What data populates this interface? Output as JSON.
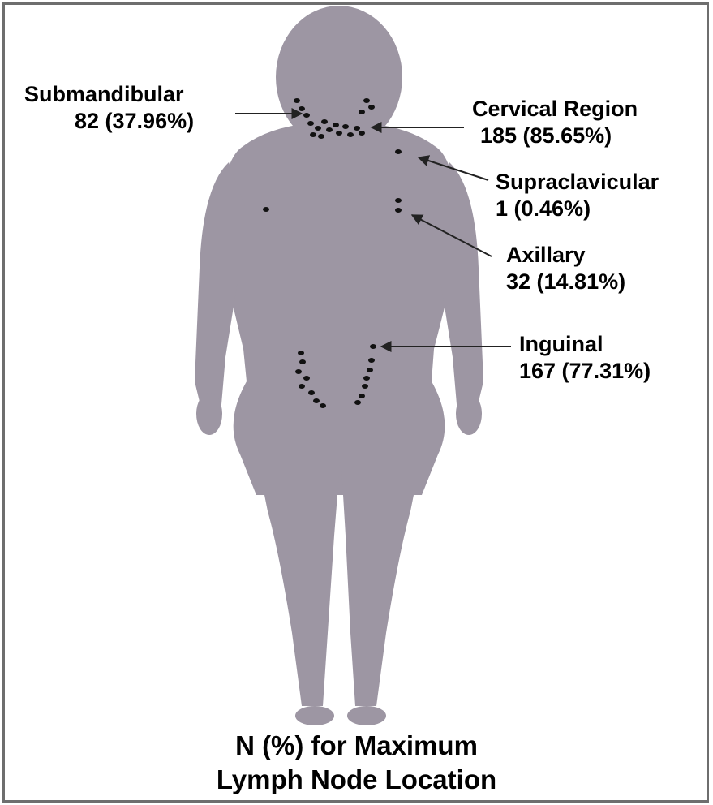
{
  "colors": {
    "body": "#9d96a3",
    "node": "#111111",
    "arrow": "#222222",
    "border": "#6e6e6e"
  },
  "labels": {
    "submandibular": {
      "name": "Submandibular",
      "value": "82 (37.96%)"
    },
    "cervical": {
      "name": "Cervical Region",
      "value": "185 (85.65%)"
    },
    "supraclavicular": {
      "name": "Supraclavicular",
      "value": "1 (0.46%)"
    },
    "axillary": {
      "name": "Axillary",
      "value": "32 (14.81%)"
    },
    "inguinal": {
      "name": "Inguinal",
      "value": "167 (77.31%)"
    }
  },
  "caption": {
    "line1": "N (%) for Maximum",
    "line2": "Lymph Node Location"
  }
}
